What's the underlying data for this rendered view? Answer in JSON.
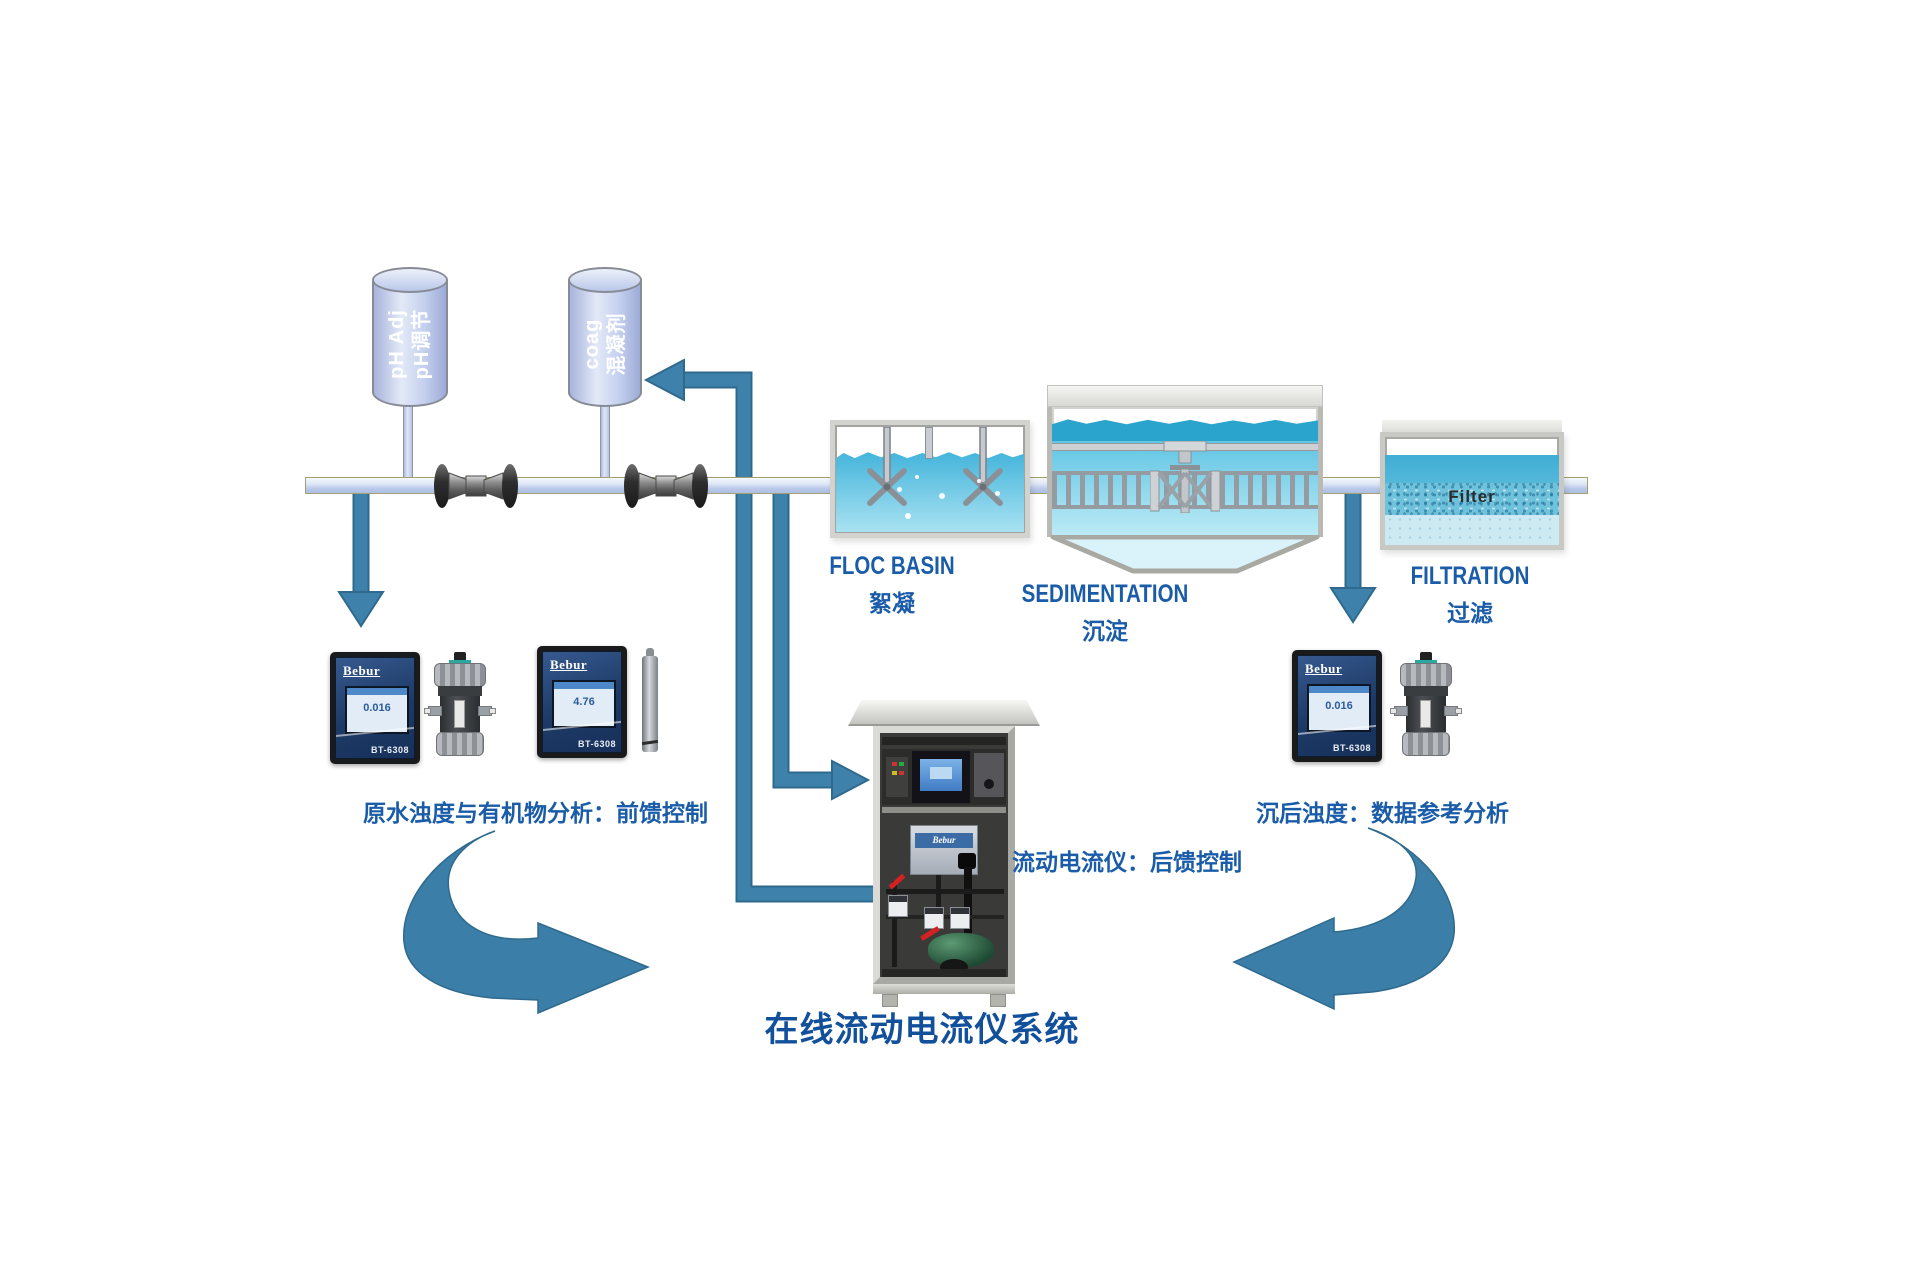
{
  "title": "在线流动电流仪系统",
  "colors": {
    "accent_blue": "#3b7ea8",
    "label_blue": "#1a5ca8",
    "title_blue": "#12509b",
    "water_blue": "#4db8dc"
  },
  "tanks": [
    {
      "line1": "pH Adj",
      "line2": "pH调节"
    },
    {
      "line1": "coag",
      "line2": "混凝剂"
    }
  ],
  "process_units": [
    {
      "en": "FLOC BASIN",
      "cn": "絮凝"
    },
    {
      "en": "SEDIMENTATION",
      "cn": "沉淀"
    },
    {
      "en": "FILTRATION",
      "cn": "过滤"
    }
  ],
  "filter_media_label": "Filter",
  "annotations": {
    "raw_water": "原水浊度与有机物分析：前馈控制",
    "scm": "流动电流仪：后馈控制",
    "settled_water": "沉后浊度：数据参考分析"
  },
  "devices": {
    "brand": "Bebur",
    "model": "BT-6308",
    "screens": [
      "0.016",
      "4.76",
      "0.016"
    ]
  }
}
